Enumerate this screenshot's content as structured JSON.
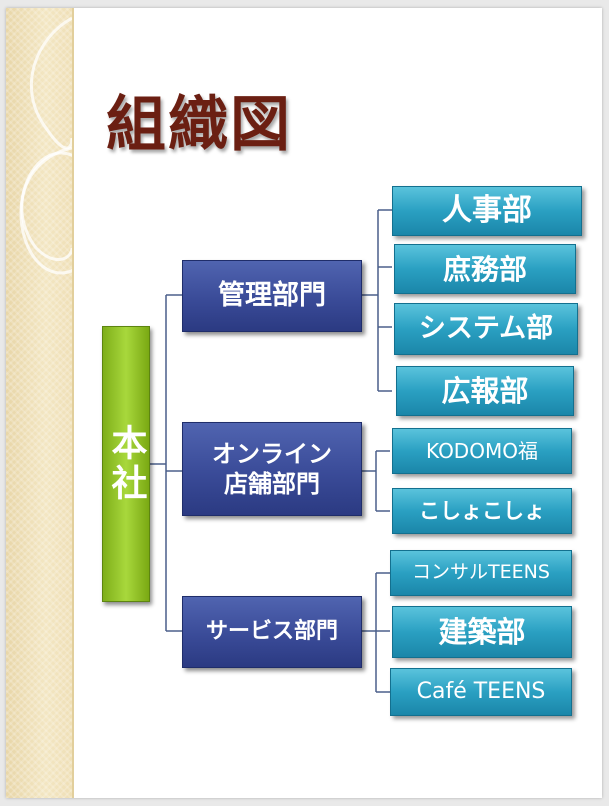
{
  "title": "組織図",
  "root": {
    "label": "本社"
  },
  "departments": [
    {
      "label": "管理部門",
      "children": [
        "人事部",
        "庶務部",
        "システム部",
        "広報部"
      ]
    },
    {
      "label": "オンライン\n店舗部門",
      "children": [
        "KODOMO福",
        "こしょこしょ"
      ]
    },
    {
      "label": "サービス部門",
      "children": [
        "コンサルTEENS",
        "建築部",
        "Café TEENS"
      ]
    }
  ],
  "colors": {
    "title": "#6b1f12",
    "root": "#8fc027",
    "department": "#3a4b98",
    "leaf": "#2aa0c2",
    "connector": "#4a5f8a",
    "band": "#efdfb6"
  }
}
